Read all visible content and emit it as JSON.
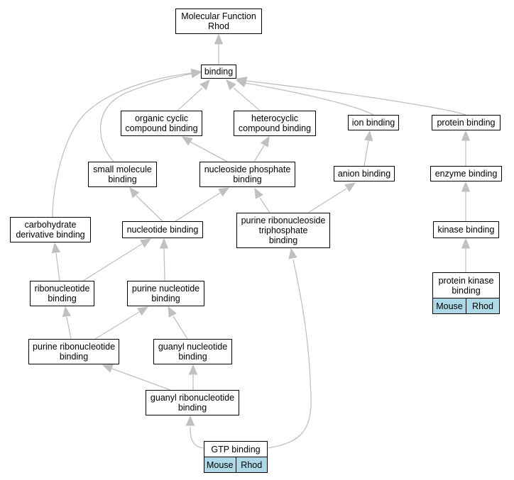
{
  "colors": {
    "edge": "#c0c0c0",
    "border": "#000000",
    "tag_bg": "#add8e6"
  },
  "nodes": {
    "mf": {
      "lines": [
        "Molecular Function",
        "Rhod"
      ]
    },
    "binding": {
      "lines": [
        "binding"
      ]
    },
    "occb": {
      "lines": [
        "organic cyclic",
        "compound binding"
      ]
    },
    "hcb": {
      "lines": [
        "heterocyclic",
        "compound binding"
      ]
    },
    "ion": {
      "lines": [
        "ion binding"
      ]
    },
    "protein": {
      "lines": [
        "protein binding"
      ]
    },
    "smb": {
      "lines": [
        "small molecule",
        "binding"
      ]
    },
    "nspb": {
      "lines": [
        "nucleoside phosphate",
        "binding"
      ]
    },
    "anion": {
      "lines": [
        "anion binding"
      ]
    },
    "enzyme": {
      "lines": [
        "enzyme binding"
      ]
    },
    "carb": {
      "lines": [
        "carbohydrate",
        "derivative binding"
      ]
    },
    "ntb": {
      "lines": [
        "nucleotide binding"
      ]
    },
    "prtb": {
      "lines": [
        "purine ribonucleoside",
        "triphosphate",
        "binding"
      ]
    },
    "kinase": {
      "lines": [
        "kinase binding"
      ]
    },
    "rnb": {
      "lines": [
        "ribonucleotide",
        "binding"
      ]
    },
    "pnb": {
      "lines": [
        "purine nucleotide",
        "binding"
      ]
    },
    "pkb": {
      "lines": [
        "protein kinase",
        "binding"
      ],
      "tags": [
        "Mouse",
        "Rhod"
      ]
    },
    "prnb": {
      "lines": [
        "purine ribonucleotide",
        "binding"
      ]
    },
    "gnb": {
      "lines": [
        "guanyl nucleotide",
        "binding"
      ]
    },
    "grnb": {
      "lines": [
        "guanyl ribonucleotide",
        "binding"
      ]
    },
    "gtp": {
      "lines": [
        "GTP binding"
      ],
      "tags": [
        "Mouse",
        "Rhod"
      ]
    }
  }
}
